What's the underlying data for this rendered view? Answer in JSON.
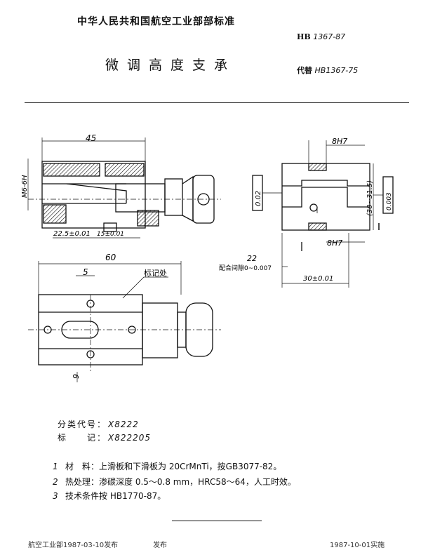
{
  "header": {
    "organization": "中华人民共和国航空工业部部标准",
    "standard_prefix": "HB",
    "standard_number": "1367-87",
    "title": "微调高度支承",
    "replaces_label": "代替",
    "replaces_number": "HB1367-75"
  },
  "drawing": {
    "dim_45": "45",
    "thread": "M6-6H",
    "dim_22_5": "22.5±0.01",
    "dim_15": "15±0.01",
    "dim_60": "60",
    "dim_5": "5",
    "mark_label": "标记处",
    "dim_9": "9",
    "fit_8h7_top": "8H7",
    "flatness": "0.02",
    "range": "(30~31.5)",
    "parallel": "0.003",
    "fit_8h7_bottom": "8H7",
    "dim_22": "22",
    "clearance": "配合间隙0~0.007",
    "dim_30": "30±0.01"
  },
  "meta": {
    "class_label": "分类代号：",
    "class_value": "X8222",
    "mark_label": "标　　记：",
    "mark_value": "X822205"
  },
  "notes": [
    {
      "num": "1",
      "text": "材　料：上滑板和下滑板为 20CrMnTi，按GB3077-82。"
    },
    {
      "num": "2",
      "text": "热处理：渗碳深度 0.5～0.8 mm，HRC58～64，人工时效。"
    },
    {
      "num": "3",
      "text": "技术条件按 HB1770-87。"
    }
  ],
  "footer": {
    "left": "航空工业部1987-03-10发布",
    "center": "发布",
    "right": "1987-10-01实施"
  }
}
